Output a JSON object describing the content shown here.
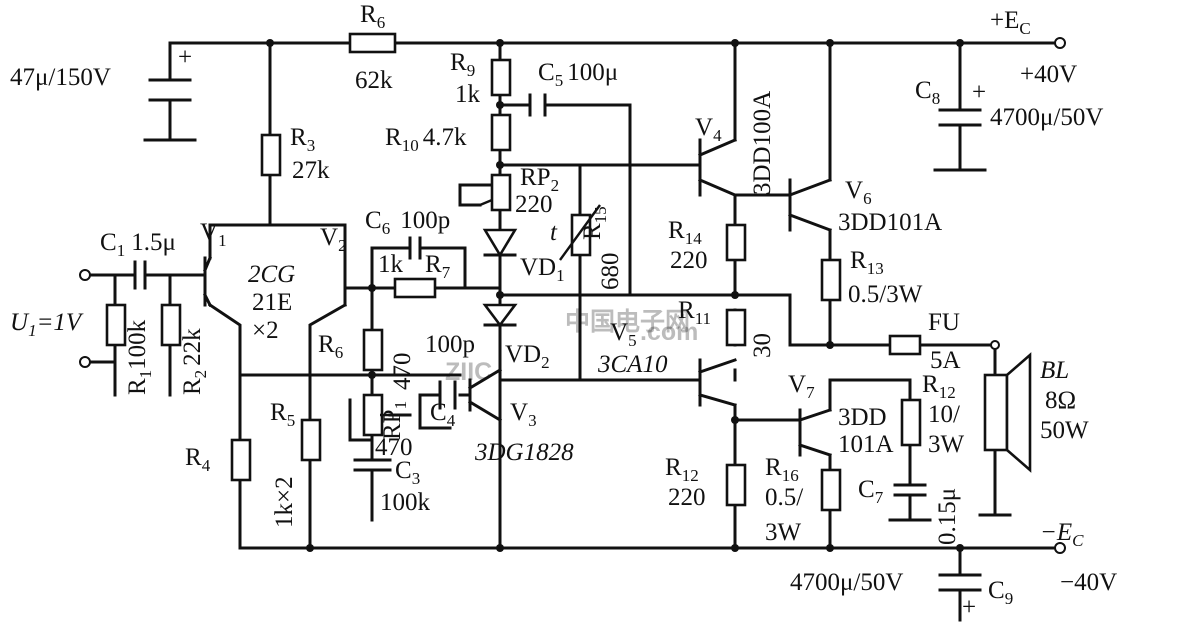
{
  "watermark": {
    "brand": "ZIIC",
    "text": "中国电子网",
    "url": ".com"
  },
  "supply": {
    "pos_label": "+E",
    "pos_sub": "C",
    "pos_voltage": "+40V",
    "neg_label": "−E",
    "neg_sub": "C",
    "neg_voltage": "−40V"
  },
  "input": {
    "label": "U",
    "sub": "1",
    "value": "=1V"
  },
  "components": {
    "cin": {
      "value": "47μ/150V"
    },
    "r6top": {
      "name": "R",
      "sub": "6",
      "value": "62k"
    },
    "r3": {
      "name": "R",
      "sub": "3",
      "value": "27k"
    },
    "r9": {
      "name": "R",
      "sub": "9",
      "value": "1k"
    },
    "r10": {
      "name": "R",
      "sub": "10",
      "value": "4.7k"
    },
    "c5": {
      "name": "C",
      "sub": "5",
      "value": "100μ"
    },
    "rp2": {
      "name": "RP",
      "sub": "2",
      "value": "220"
    },
    "r15": {
      "name": "R",
      "sub": "15",
      "value": "680",
      "mark": "t"
    },
    "c1": {
      "name": "C",
      "sub": "1",
      "value": "1.5μ"
    },
    "v1": {
      "name": "V",
      "sub": "1"
    },
    "v2": {
      "name": "V",
      "sub": "2"
    },
    "v12type": {
      "l1": "2CG",
      "l2": "21E",
      "l3": "×2"
    },
    "r1": {
      "name": "R",
      "sub": "1",
      "value": "100k"
    },
    "r2": {
      "name": "R",
      "sub": "2",
      "value": "22k"
    },
    "c6": {
      "name": "C",
      "sub": "6",
      "value": "100p"
    },
    "r7": {
      "name": "R",
      "sub": "7",
      "value": "1k"
    },
    "vd1": {
      "name": "VD",
      "sub": "1"
    },
    "vd2": {
      "name": "VD",
      "sub": "2"
    },
    "r6b": {
      "name": "R",
      "sub": "6",
      "value": "470"
    },
    "c4": {
      "name": "C",
      "sub": "4",
      "value": "100p"
    },
    "rp1": {
      "name": "RP",
      "sub": "1",
      "value": "470"
    },
    "c3": {
      "name": "C",
      "sub": "3",
      "value": "100k"
    },
    "v3": {
      "name": "V",
      "sub": "3",
      "type": "3DG1828"
    },
    "r4": {
      "name": "R",
      "sub": "4"
    },
    "r5": {
      "name": "R",
      "sub": "5",
      "value": "1k×2"
    },
    "v4": {
      "name": "V",
      "sub": "4",
      "type": "3DD100A"
    },
    "r14": {
      "name": "R",
      "sub": "14",
      "value": "220"
    },
    "v5": {
      "name": "V",
      "sub": "5",
      "type": "3CA10"
    },
    "r11": {
      "name": "R",
      "sub": "11",
      "value": "30"
    },
    "r12a": {
      "name": "R",
      "sub": "12",
      "value": "220"
    },
    "v6": {
      "name": "V",
      "sub": "6",
      "type": "3DD101A"
    },
    "r13": {
      "name": "R",
      "sub": "13",
      "value": "0.5/3W"
    },
    "fu": {
      "name": "FU",
      "value": "5A"
    },
    "v7": {
      "name": "V",
      "sub": "7",
      "type_l1": "3DD",
      "type_l2": "101A"
    },
    "r12b": {
      "name": "R",
      "sub": "12",
      "value_l1": "10/",
      "value_l2": "3W"
    },
    "r16": {
      "name": "R",
      "sub": "16",
      "value_l1": "0.5/",
      "value_l2": "3W"
    },
    "c7": {
      "name": "C",
      "sub": "7",
      "value": "0.15μ"
    },
    "c8": {
      "name": "C",
      "sub": "8",
      "value": "4700μ/50V"
    },
    "c9": {
      "name": "C",
      "sub": "9",
      "value": "4700μ/50V"
    },
    "bl": {
      "name": "BL",
      "l2": "8Ω",
      "l3": "50W"
    }
  }
}
